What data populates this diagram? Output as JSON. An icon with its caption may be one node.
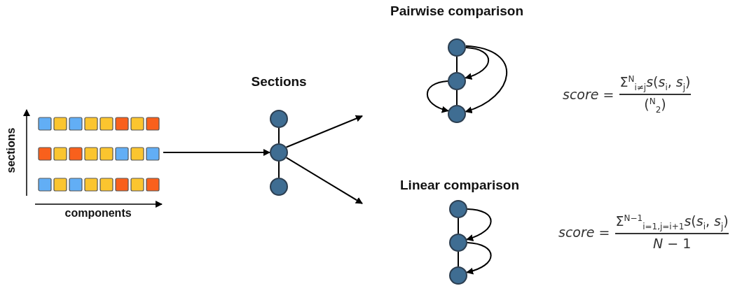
{
  "diagram": {
    "nodes": [
      {
        "text": [],
        "shape": "box"
      },
      {
        "text": [],
        "shape": "circle"
      },
      {
        "text": [],
        "shape": "circle"
      },
      {
        "text": [],
        "shape": "circle"
      },
      {
        "text": [],
        "shape": "circle"
      },
      {
        "text": [],
        "shape": "circle"
      },
      {
        "text": [],
        "shape": "circle"
      },
      {
        "text": [],
        "shape": "circle"
      },
      {
        "text": [],
        "shape": "circle"
      },
      {
        "text": [],
        "shape": "circle"
      }
    ],
    "edges": [
      {
        "from": 0,
        "to": 2,
        "arrow": "to"
      },
      {
        "from": 1,
        "to": 2,
        "arrow": "none"
      },
      {
        "from": 2,
        "to": 3,
        "arrow": "none"
      },
      {
        "from": 2,
        "to": null,
        "arrow": "to"
      },
      {
        "from": 2,
        "to": null,
        "arrow": "to"
      },
      {
        "from": 4,
        "to": 5,
        "arrow": "none"
      },
      {
        "from": 5,
        "to": 6,
        "arrow": "none"
      },
      {
        "from": 4,
        "to": 5,
        "arrow": "to"
      },
      {
        "from": 4,
        "to": 6,
        "arrow": "to"
      },
      {
        "from": 5,
        "to": 6,
        "arrow": "to"
      },
      {
        "from": 7,
        "to": 8,
        "arrow": "none"
      },
      {
        "from": 8,
        "to": 9,
        "arrow": "none"
      },
      {
        "from": 7,
        "to": 8,
        "arrow": "to"
      },
      {
        "from": 8,
        "to": 9,
        "arrow": "to"
      }
    ],
    "labels": [
      "Pairwise comparison",
      "Sections",
      "Linear comparison",
      "sections",
      "components",
      "*score* =",
      "Σ$^{N}$$_{i≠j}$*s*(*s*$_{i}$, *s*$_{j}$)",
      "($^{N}$$_{2}$)",
      "*score* =",
      "Σ$^{N−1}$$_{i=1,j=i+1}$*s*(*s*$_{i}$, *s*$_{j}$)",
      "*N* − 1"
    ]
  }
}
